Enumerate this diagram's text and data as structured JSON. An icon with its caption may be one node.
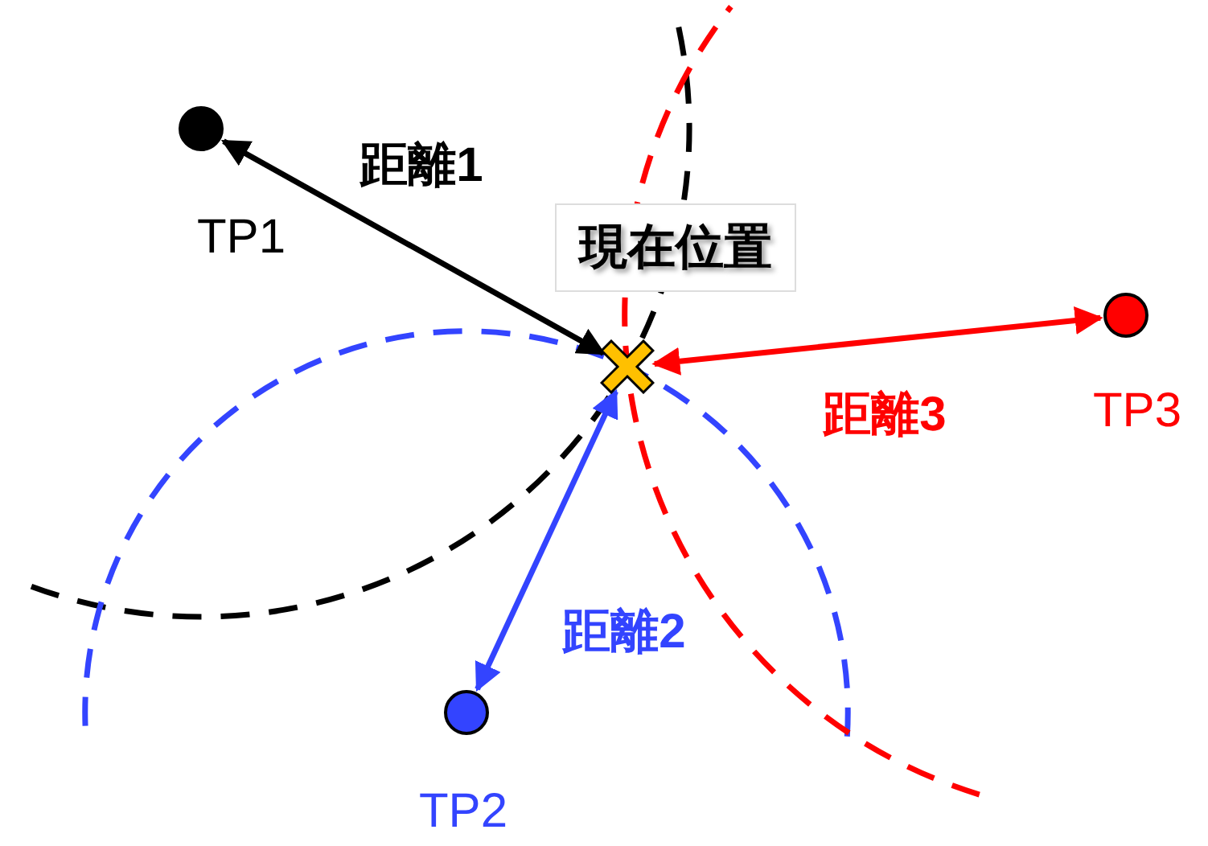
{
  "diagram": {
    "nodes": [
      {
        "text": [],
        "shape": "circle",
        "beside": [
          "TP1"
        ]
      },
      {
        "text": [],
        "shape": "cross",
        "beside": [
          "現在位置"
        ]
      },
      {
        "text": [],
        "shape": "circle",
        "beside": [
          "TP3"
        ]
      },
      {
        "text": [],
        "shape": "circle",
        "beside": [
          "TP2"
        ]
      }
    ],
    "edges": [
      {
        "from": 1,
        "to": 0,
        "arrow": "both",
        "label": "距離1"
      },
      {
        "from": 1,
        "to": 3,
        "arrow": "both",
        "label": "距離2",
        "color": "#3344ff"
      },
      {
        "from": 1,
        "to": 2,
        "arrow": "both",
        "label": "距離3",
        "color": "#ff0000"
      }
    ]
  }
}
